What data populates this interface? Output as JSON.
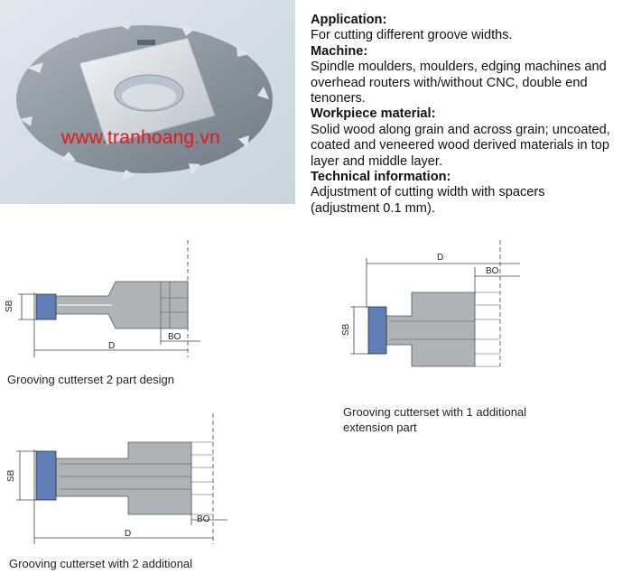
{
  "watermark": "www.tranhoang.vn",
  "specs": [
    {
      "heading": "Application:",
      "text": "For cutting different groove widths."
    },
    {
      "heading": "Machine:",
      "text": "Spindle moulders, moulders, edging machines and overhead routers with/without CNC, double end tenoners."
    },
    {
      "heading": "Workpiece material:",
      "text": "Solid wood along grain and across grain; uncoated, coated and veneered wood derived materials in top layer and middle layer."
    },
    {
      "heading": "Technical information:",
      "text": "Adjustment of cutting width with spacers\n(adjustment 0.1 mm)."
    }
  ],
  "diagrams": {
    "two_part": {
      "caption": "Grooving cutterset 2 part design",
      "label_sb": "SB",
      "label_d": "D",
      "label_bo": "BO"
    },
    "one_ext": {
      "caption_line1": "Grooving cutterset with 1 additional",
      "caption_line2": "extension part",
      "label_sb": "SB",
      "label_d": "D",
      "label_bo": "BO"
    },
    "two_ext": {
      "caption": "Grooving cutterset with 2 additional",
      "label_sb": "SB",
      "label_d": "D",
      "label_bo": "BO"
    }
  },
  "colors": {
    "watermark": "#e11a17",
    "body_blue": "#5f7fb6",
    "tool_gray": "#aeb3b8"
  }
}
